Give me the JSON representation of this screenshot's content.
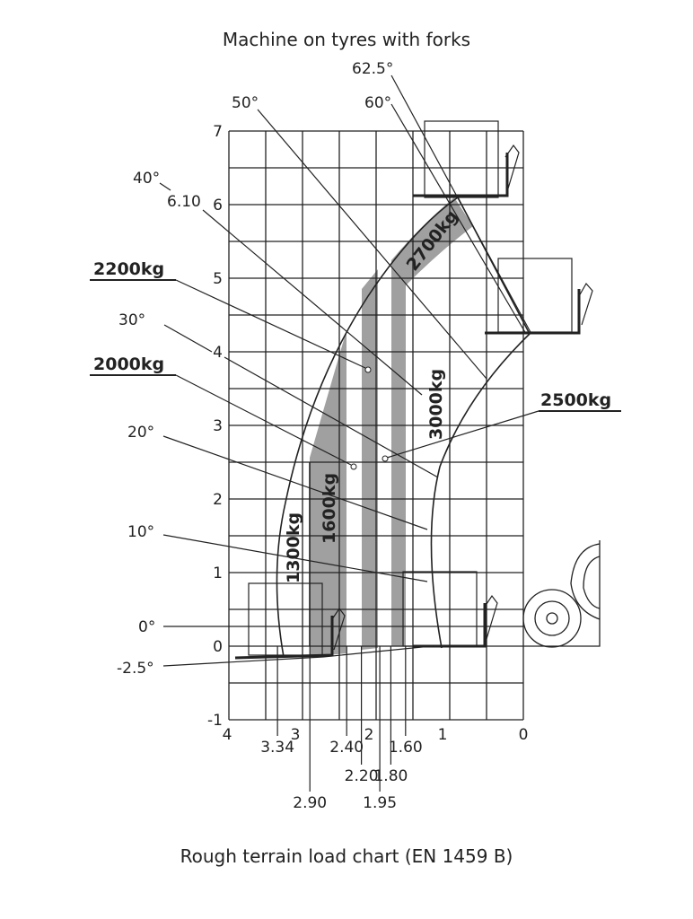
{
  "title": "Machine on tyres with forks",
  "caption": "Rough terrain load chart (EN 1459 B)",
  "y_axis": [
    "-1",
    "0",
    "1",
    "2",
    "3",
    "4",
    "5",
    "6",
    "7"
  ],
  "x_axis": [
    "4",
    "3",
    "2",
    "1",
    "0"
  ],
  "reach_marks": [
    "3.34",
    "2.90",
    "2.40",
    "2.20",
    "1.95",
    "1.80",
    "1.60"
  ],
  "angles": {
    "a625": "62.5°",
    "a60": "60°",
    "a50": "50°",
    "a40": "40°",
    "h610": "6.10",
    "a30": "30°",
    "a20": "20°",
    "a10": "10°",
    "a0": "0°",
    "am25": "-2.5°"
  },
  "loads": {
    "l2200": "2200kg",
    "l2000": "2000kg",
    "l2500": "2500kg",
    "l2700": "2700kg",
    "l3000": "3000kg",
    "l1600": "1600kg",
    "l1300": "1300kg"
  },
  "colors": {
    "band": "#a0a0a0",
    "line": "#222222"
  }
}
